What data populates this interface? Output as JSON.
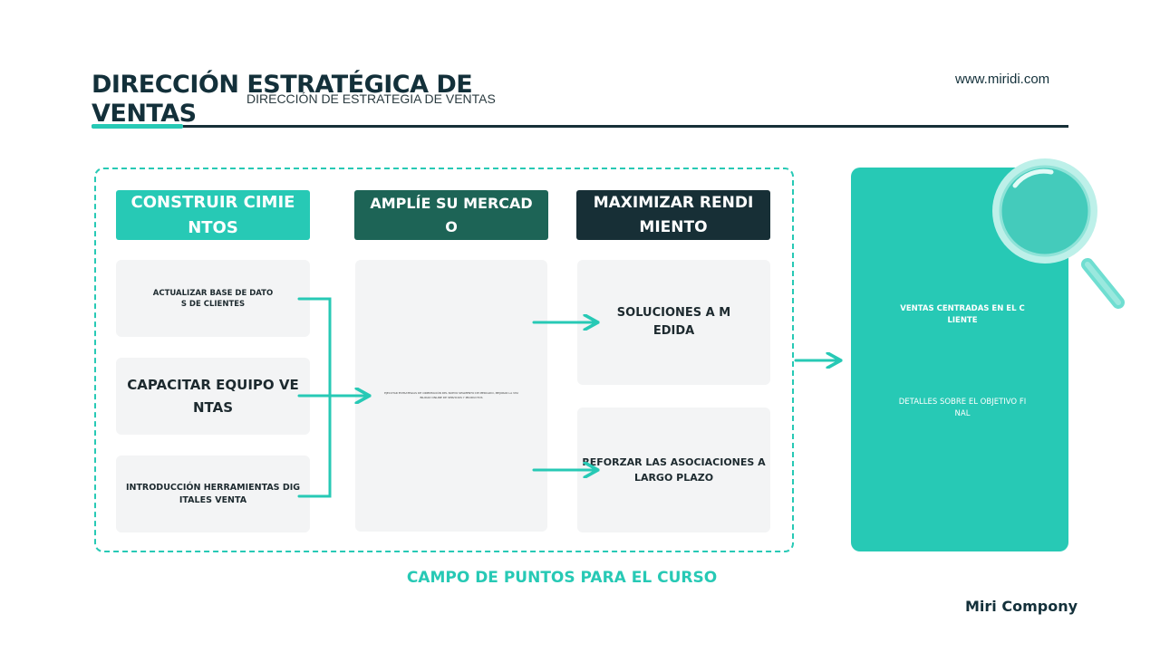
{
  "header": {
    "title": "DIRECCIÓN ESTRATÉGICA DE VENTAS",
    "subtitle": "DIRECCIÓN DE ESTRATEGIA DE VENTAS",
    "website": "www.miridi.com"
  },
  "columns": [
    {
      "label": "CONSTRUIR CIMIENTOS"
    },
    {
      "label": "AMPLÍE SU MERCADO"
    },
    {
      "label": "MAXIMIZAR RENDIMIENTO"
    }
  ],
  "cards": {
    "build": [
      "ACTUALIZAR BASE DE DATOS DE CLIENTES",
      "CAPACITAR EQUIPO VENTAS",
      "INTRODUCCIÓN HERRAMIENTAS DIGITALES VENTA"
    ],
    "expand": "EJECUTAR ESTRATEGIAS DE ORIENTACIÓN DEL NUEVO SEGMENTO DE MERCADO, MEJORAR LA VISIBILIDAD ONLINE DE SERVICIOS Y PRODUCTOS",
    "maximize": [
      "SOLUCIONES A MEDIDA",
      "REFORZAR LAS ASOCIACIONES A LARGO PLAZO"
    ]
  },
  "footer_label": "CAMPO DE PUNTOS PARA EL CURSO",
  "goal": {
    "primary": "VENTAS CENTRADAS EN EL CLIENTE",
    "secondary": "DETALLES SOBRE EL OBJETIVO FINAL"
  },
  "company": "Miri Compony",
  "colors": {
    "teal": "#27c9b5",
    "dark_green": "#1d6456",
    "navy": "#172f36",
    "card_bg": "#f3f4f5"
  }
}
